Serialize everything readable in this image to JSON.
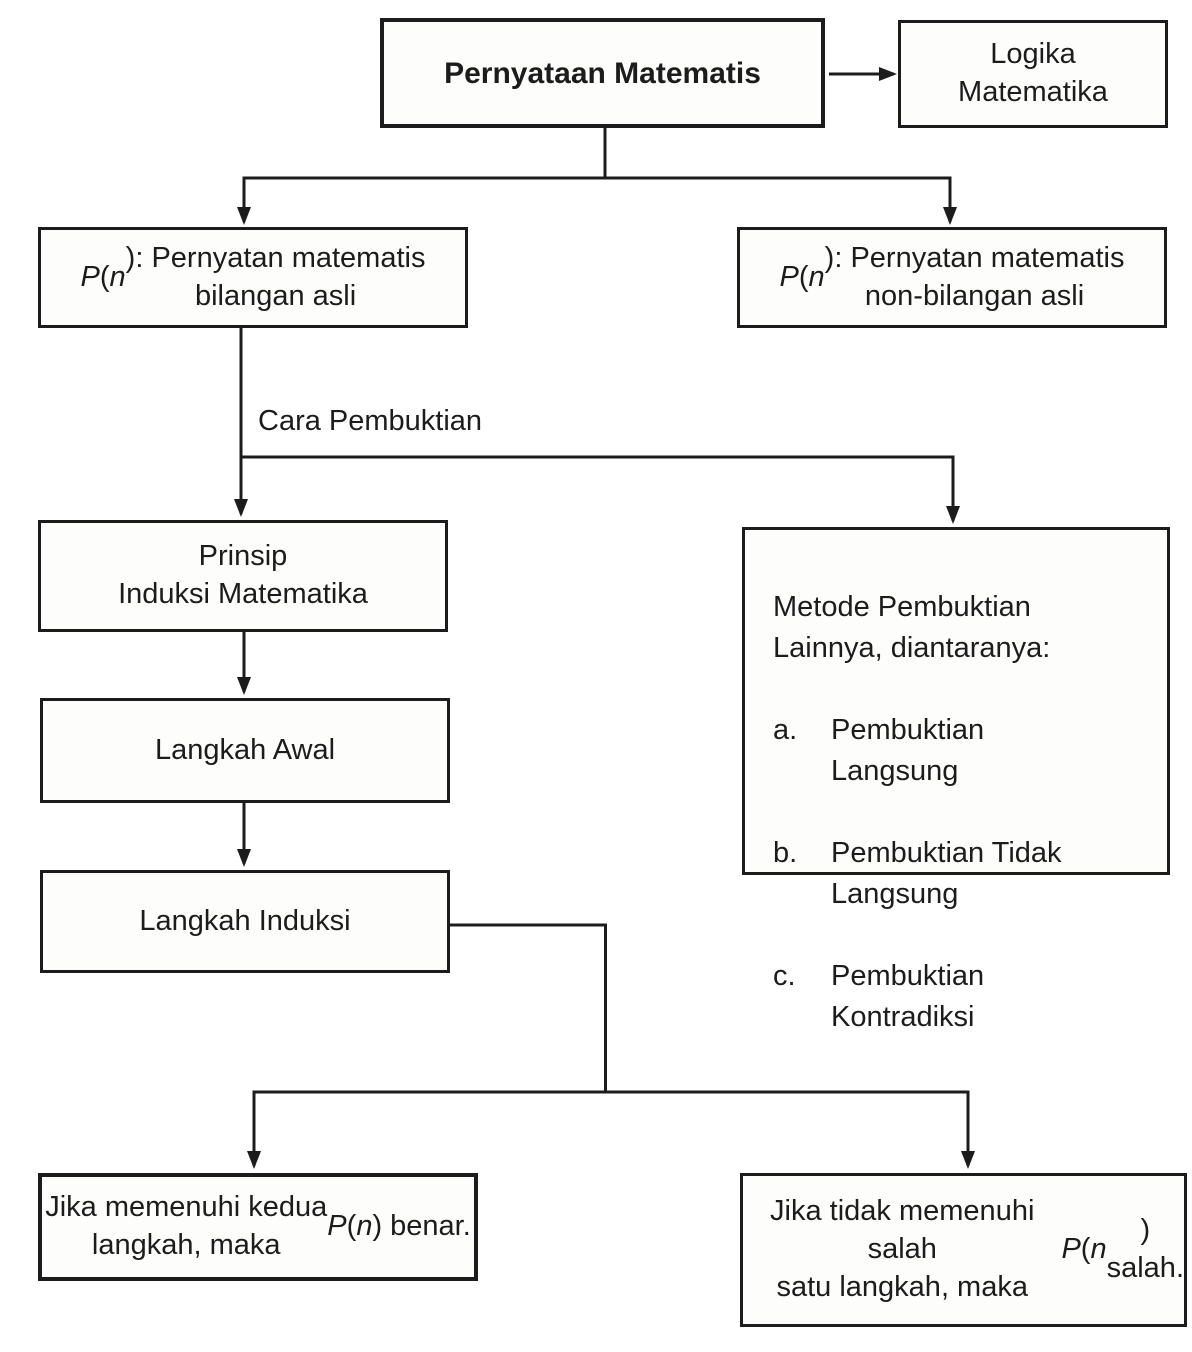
{
  "diagram_title": "Pernyataan Matematis flowchart (Induksi Matematika)",
  "colors": {
    "line": "#1c1c1c",
    "box_fill": "#fdfdfc",
    "background": "#ffffff"
  },
  "boxes": {
    "pernyataan": "Pernyataan Matematis",
    "logika": "Logika\nMatematika",
    "pn_bilangan_asli_html": "<i>P</i>(<i>n</i>): Pernyatan matematis<br>bilangan asli",
    "pn_non_bilangan_asli_html": "<i>P</i>(<i>n</i>): Pernyatan matematis<br>non-bilangan asli",
    "prinsip": "Prinsip\nInduksi Matematika",
    "langkah_awal": "Langkah Awal",
    "langkah_induksi": "Langkah Induksi",
    "benar_html": "Jika memenuhi kedua<br>langkah, maka <i>P</i>(<i>n</i>) benar.",
    "salah_html": "Jika tidak memenuhi salah<br>satu langkah, maka <i>P</i>(<i>n</i>)<br>salah."
  },
  "metode": {
    "heading": "Metode Pembuktian\nLainnya, diantaranya:",
    "items": [
      {
        "marker": "a.",
        "text": "Pembuktian\nLangsung"
      },
      {
        "marker": "b.",
        "text": "Pembuktian Tidak\nLangsung"
      },
      {
        "marker": "c.",
        "text": "Pembuktian\nKontradiksi"
      }
    ]
  },
  "labels": {
    "cara_pembuktian": "Cara Pembuktian"
  }
}
